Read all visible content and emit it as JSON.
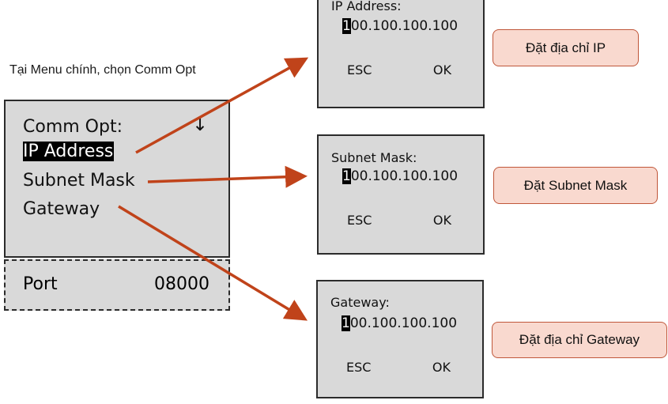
{
  "caption": "Tại Menu chính, chọn Comm Opt",
  "main_menu": {
    "title": "Comm Opt:",
    "scroll_icon": "down-arrow-icon",
    "scroll_glyph": "↓",
    "items": [
      {
        "label": "IP Address",
        "selected": true
      },
      {
        "label": "Subnet Mask",
        "selected": false
      },
      {
        "label": "Gateway",
        "selected": false
      }
    ]
  },
  "port_row": {
    "label": "Port",
    "value": "08000"
  },
  "dialogs": [
    {
      "title": "IP Address:",
      "cursor_digit": "1",
      "value_rest": "00.100.100.100",
      "esc_label": "ESC",
      "ok_label": "OK"
    },
    {
      "title": "Subnet Mask:",
      "cursor_digit": "1",
      "value_rest": "00.100.100.100",
      "esc_label": "ESC",
      "ok_label": "OK"
    },
    {
      "title": "Gateway:",
      "cursor_digit": "1",
      "value_rest": "00.100.100.100",
      "esc_label": "ESC",
      "ok_label": "OK"
    }
  ],
  "notes": [
    {
      "text": "Đặt địa chỉ IP"
    },
    {
      "text": "Đặt Subnet Mask"
    },
    {
      "text": "Đặt địa chỉ Gateway"
    }
  ],
  "colors": {
    "arrow": "#c0431a",
    "lcd_bg": "#d9d9d9",
    "note_bg": "#f9d9cf",
    "note_border": "#c0573a"
  }
}
